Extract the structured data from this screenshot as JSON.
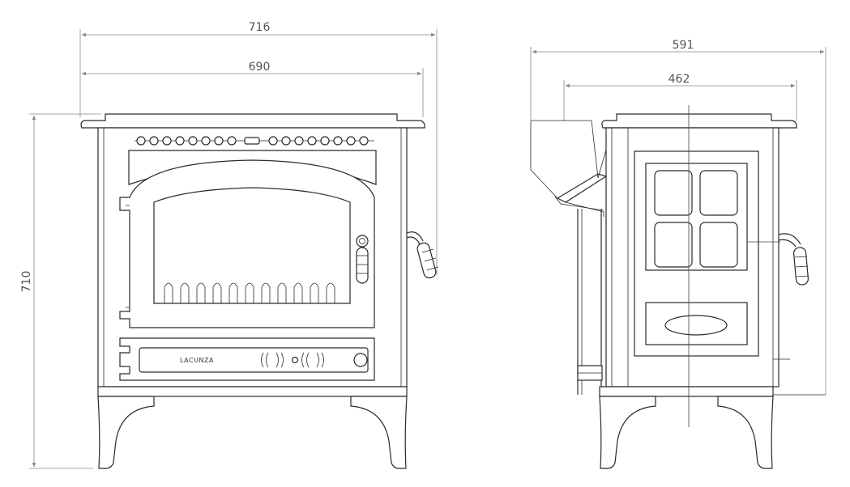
{
  "dimensions": {
    "front_outer_width": "716",
    "front_inner_width": "690",
    "front_height": "710",
    "side_outer_depth": "591",
    "side_inner_depth": "462"
  },
  "brand": {
    "logo_text": "LACUNZA"
  },
  "colors": {
    "outline": "#2a2a2a",
    "dimension_line": "#888888",
    "dimension_text": "#555555",
    "background": "#ffffff"
  }
}
